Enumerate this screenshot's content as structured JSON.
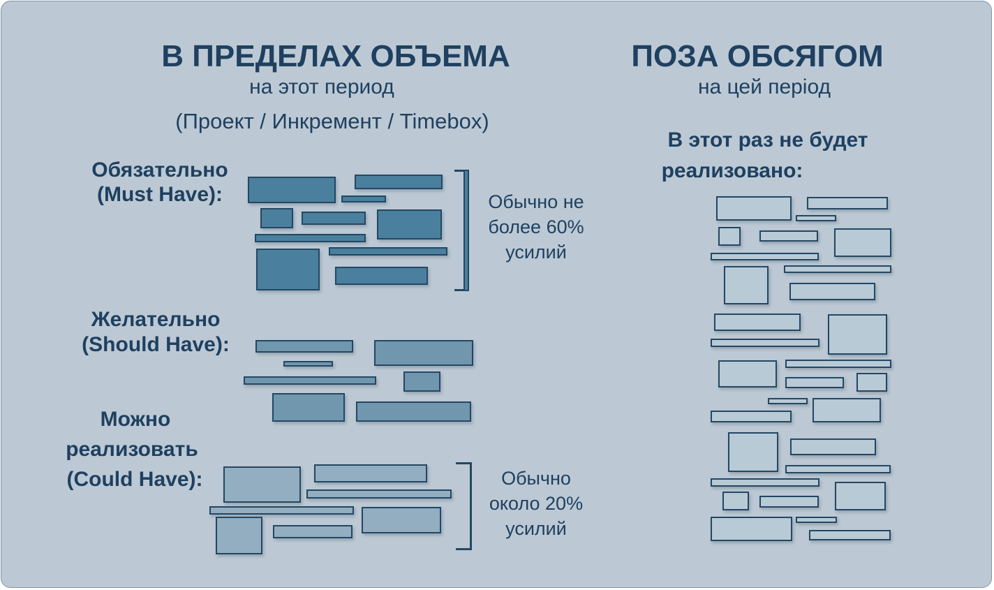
{
  "left": {
    "title": "В ПРЕДЕЛАХ ОБЪЕМА",
    "subtitle": "на этот период",
    "scope": "(Проект / Инкремент / Timebox)",
    "must": {
      "line1": "Обязательно",
      "line2": "(Must Have):"
    },
    "should": {
      "line1": "Желательно",
      "line2": "(Should Have):"
    },
    "could": {
      "line1": "Можно",
      "line2": "реализовать",
      "line3": "(Could Have):"
    },
    "must_note": {
      "line1": "Обычно не",
      "line2": "более 60%",
      "line3": "усилий"
    },
    "could_note": {
      "line1": "Обычно",
      "line2": "около 20%",
      "line3": "усилий"
    }
  },
  "right": {
    "title": "ПОЗА ОБСЯГОМ",
    "subtitle": "на цей період",
    "wont": {
      "line1": "В этот раз не будет",
      "line2": "реализовано:"
    }
  },
  "colors": {
    "must": "#4a809e",
    "should": "#7097ae",
    "could": "#93aec0",
    "wont": "#b8cad6",
    "text": "#1f4060"
  }
}
